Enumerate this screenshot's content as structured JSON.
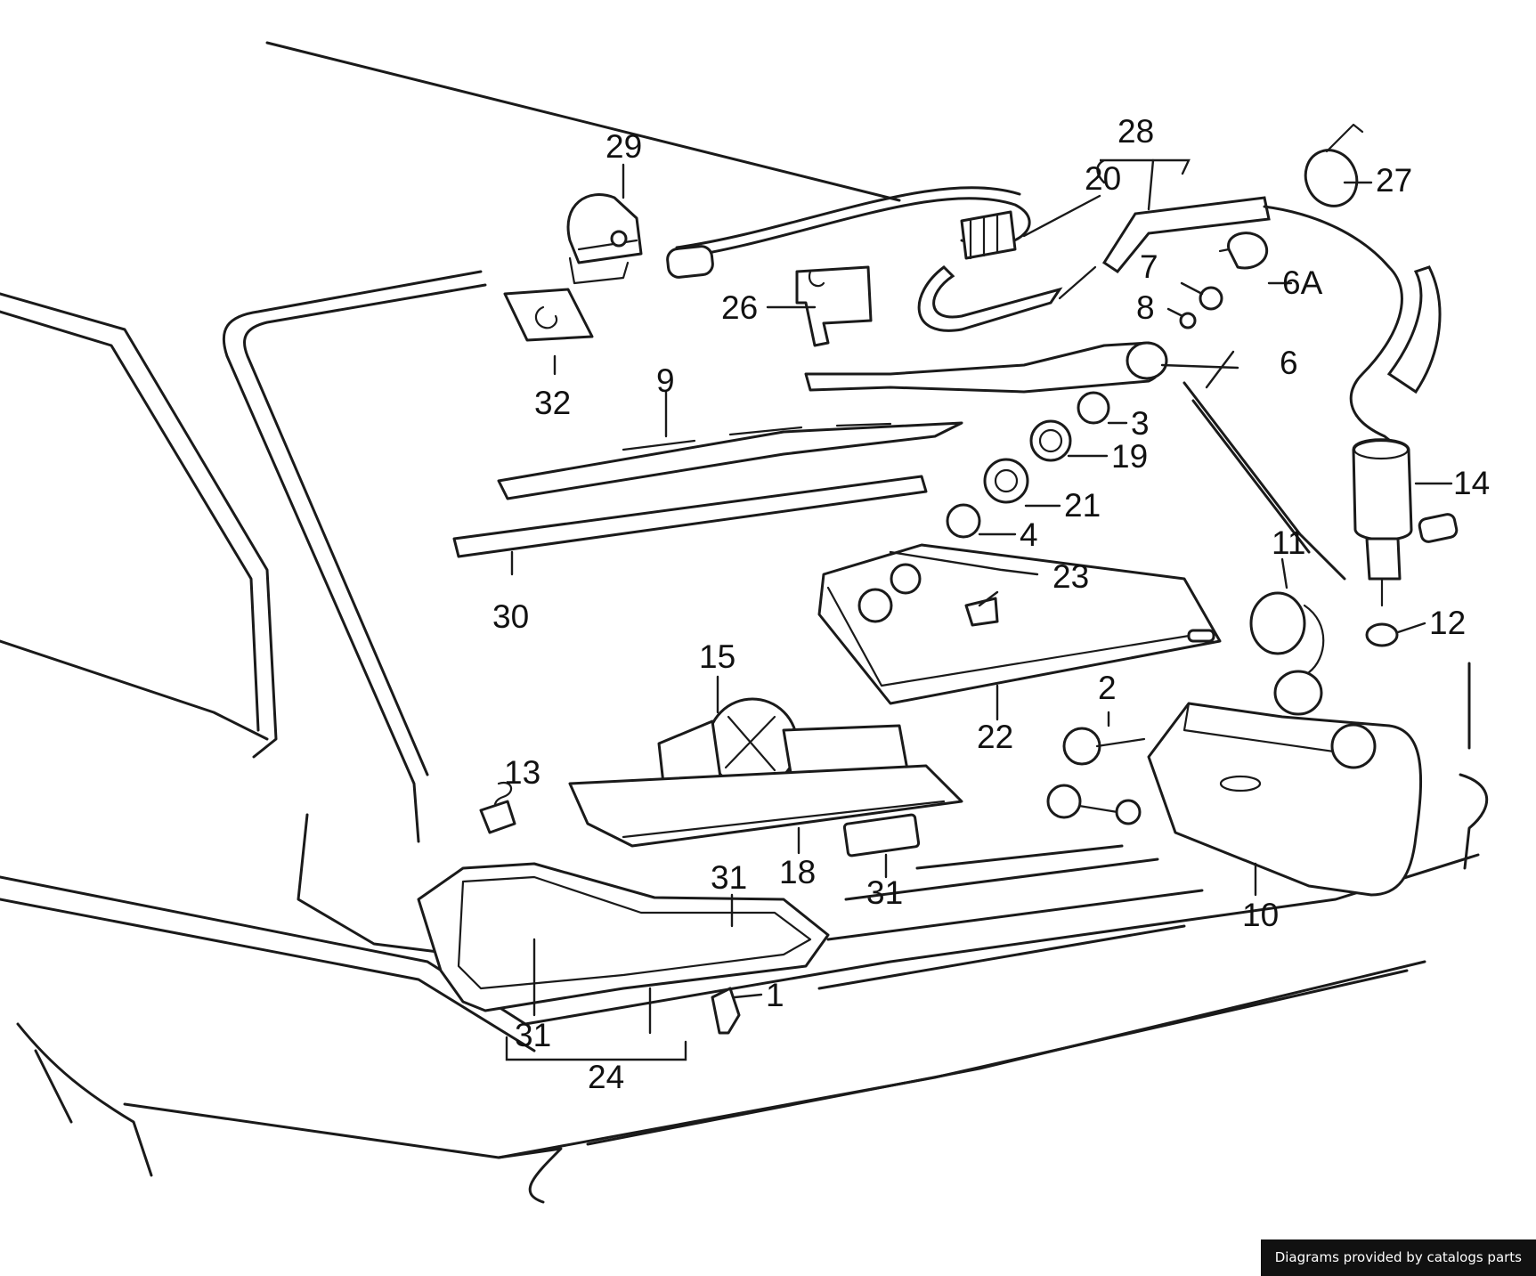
{
  "diagram": {
    "callouts": {
      "c1": "1",
      "c2": "2",
      "c3": "3",
      "c4": "4",
      "c6": "6",
      "c6a": "6A",
      "c7": "7",
      "c8": "8",
      "c9": "9",
      "c10": "10",
      "c11": "11",
      "c12": "12",
      "c13": "13",
      "c14": "14",
      "c15": "15",
      "c18": "18",
      "c19": "19",
      "c20": "20",
      "c21": "21",
      "c22": "22",
      "c23": "23",
      "c24": "24",
      "c26": "26",
      "c27": "27",
      "c28": "28",
      "c29": "29",
      "c30": "30",
      "c31a": "31",
      "c31b": "31",
      "c31c": "31",
      "c32": "32"
    }
  },
  "footer": {
    "credit": "Diagrams provided by catalogs parts"
  }
}
